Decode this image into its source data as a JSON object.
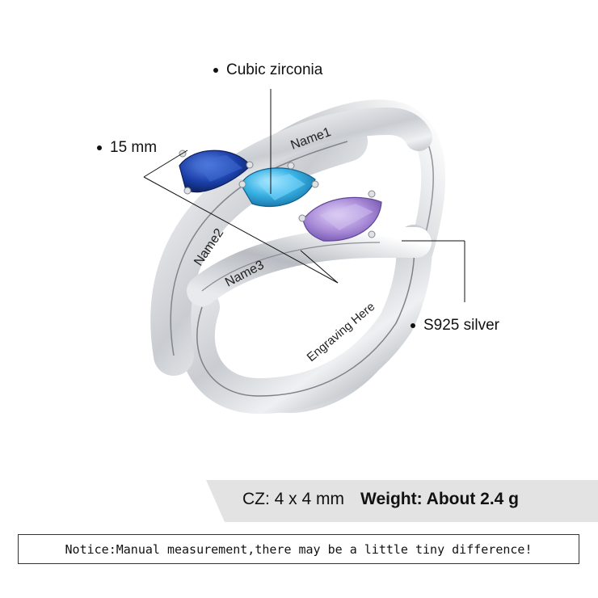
{
  "callouts": {
    "material_stone": "Cubic zirconia",
    "size": "15 mm",
    "metal": "S925 silver"
  },
  "engravings": {
    "name1": "Name1",
    "name2": "Name2",
    "name3": "Name3",
    "inner": "Engraving Here"
  },
  "specs": {
    "cz": "CZ: 4 x 4 mm",
    "weight": "Weight: About 2.4 g"
  },
  "notice": "Notice:Manual measurement,there may be a little tiny difference!",
  "colors": {
    "stone_1": "#1a3fa8",
    "stone_2": "#3bb4e6",
    "stone_3": "#a98bd8",
    "silver": "#d9dbdf",
    "band": "#e3e3e3"
  }
}
